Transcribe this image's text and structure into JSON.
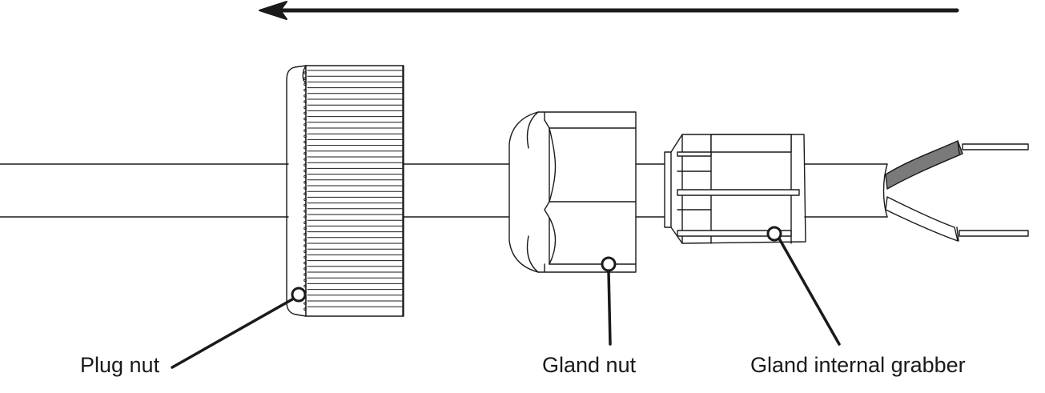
{
  "labels": {
    "plug_nut": "Plug nut",
    "gland_nut": "Gland nut",
    "gland_internal_grabber": "Gland internal grabber"
  },
  "colors": {
    "line": "#1a1a1a",
    "wire_grey": "#7a7a7a",
    "background": "#ffffff"
  },
  "icons": {
    "direction": "arrow-left-icon"
  }
}
